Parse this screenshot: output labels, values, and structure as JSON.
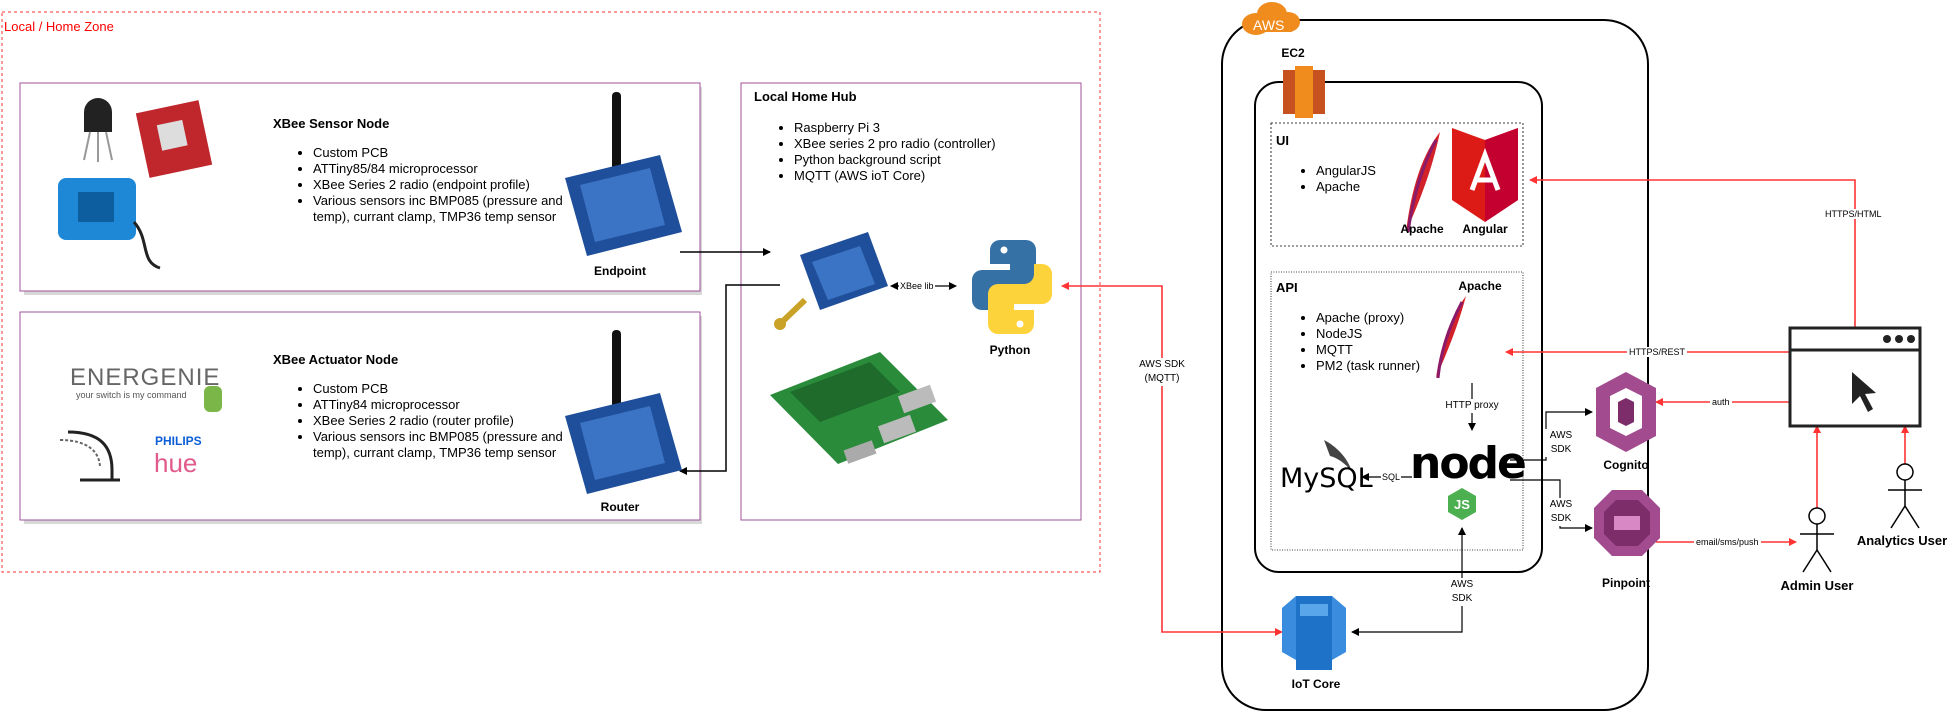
{
  "zone": {
    "label": "Local / Home Zone"
  },
  "sensor_node": {
    "title": "XBee Sensor Node",
    "items": [
      "Custom PCB",
      "ATTiny85/84 microprocessor",
      "XBee Series 2 radio (endpoint profile)",
      "Various sensors inc BMP085 (pressure and temp), currant clamp, TMP36 temp sensor"
    ],
    "device_label": "Endpoint"
  },
  "actuator_node": {
    "title": "XBee Actuator Node",
    "items": [
      "Custom PCB",
      "ATTiny84 microprocessor",
      "XBee Series 2 radio (router profile)",
      "Various sensors inc BMP085 (pressure and temp), currant clamp, TMP36 temp sensor"
    ],
    "device_label": "Router",
    "brand_energenie": "ENERGENIE",
    "brand_energenie_tagline": "your switch is my command",
    "brand_philips": "PHILIPS",
    "brand_hue": "hue"
  },
  "hub": {
    "title": "Local Home Hub",
    "items": [
      "Raspberry Pi 3",
      "XBee series 2 pro radio (controller)",
      "Python background script",
      "MQTT (AWS ioT Core)"
    ],
    "python_label": "Python",
    "xbee_lib_label": "XBee lib"
  },
  "aws": {
    "badge": "AWS",
    "ec2_label": "EC2",
    "ui": {
      "title": "UI",
      "items": [
        "AngularJS",
        "Apache"
      ],
      "apache_label": "Apache",
      "angular_label": "Angular"
    },
    "api": {
      "title": "API",
      "apache_label": "Apache",
      "items": [
        "Apache (proxy)",
        "NodeJS",
        "MQTT",
        "PM2 (task runner)"
      ]
    },
    "http_proxy_label": "HTTP proxy",
    "sql_label": "SQL",
    "mysql_label": "MySQL",
    "node_label": "node",
    "iot_core_label": "IoT Core",
    "cognito_label": "Cognito",
    "pinpoint_label": "Pinpoint"
  },
  "connectors": {
    "aws_sdk_mqtt_line1": "AWS SDK",
    "aws_sdk_mqtt_line2": "(MQTT)",
    "aws_sdk_iot_line1": "AWS",
    "aws_sdk_iot_line2": "SDK",
    "aws_sdk_cognito_line1": "AWS",
    "aws_sdk_cognito_line2": "SDK",
    "aws_sdk_pinpoint_line1": "AWS",
    "aws_sdk_pinpoint_line2": "SDK",
    "https_html": "HTTPS/HTML",
    "https_rest": "HTTPS/REST",
    "auth": "auth",
    "email_sms_push": "email/sms/push"
  },
  "actors": {
    "admin": "Admin User",
    "analytics": "Analytics User"
  },
  "colors": {
    "red": "#ff3333",
    "aws_orange": "#f08c1e",
    "purple": "#a24b8e",
    "frame_pink": "#a0509a"
  }
}
